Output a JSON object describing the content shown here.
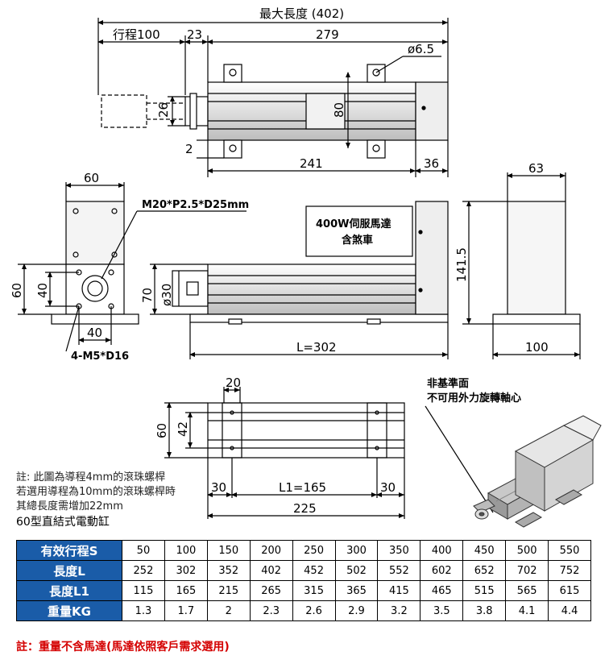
{
  "top_view": {
    "max_length": "最大長度 (402)",
    "stroke": "行程100",
    "d23": "23",
    "d279": "279",
    "d6_5": "ø6.5",
    "d26": "26",
    "d80": "80",
    "d2": "2",
    "d241": "241",
    "d36": "36"
  },
  "front_view": {
    "d60_top": "60",
    "thread": "M20*P2.5*D25mm",
    "d60_left": "60",
    "d40_left": "40",
    "d40_bottom": "40",
    "holes": "4-M5*D16",
    "d70": "70",
    "d30": "ø30",
    "motor_line1": "400W伺服馬達",
    "motor_line2": "含煞車",
    "length": "L=302"
  },
  "side_view": {
    "d63": "63",
    "d141_5": "141.5",
    "d100": "100"
  },
  "bottom_view": {
    "d20": "20",
    "d60": "60",
    "d42": "42",
    "d30_left": "30",
    "l1": "L1=165",
    "d30_right": "30",
    "d225": "225"
  },
  "notes": {
    "line1": "註: 此圖為導程4mm的滾珠螺桿",
    "line2": "若選用導程為10mm的滾珠螺桿時",
    "line3": "其總長度需增加22mm",
    "model": "60型直結式電動缸",
    "callout1": "非基準面",
    "callout2": "不可用外力旋轉軸心"
  },
  "spec_table": {
    "rows": [
      {
        "label": "有效行程S",
        "values": [
          "50",
          "100",
          "150",
          "200",
          "250",
          "300",
          "350",
          "400",
          "450",
          "500",
          "550"
        ]
      },
      {
        "label": "長度L",
        "values": [
          "252",
          "302",
          "352",
          "402",
          "452",
          "502",
          "552",
          "602",
          "652",
          "702",
          "752"
        ]
      },
      {
        "label": "長度L1",
        "values": [
          "115",
          "165",
          "215",
          "265",
          "315",
          "365",
          "415",
          "465",
          "515",
          "565",
          "615"
        ]
      },
      {
        "label": "重量KG",
        "values": [
          "1.3",
          "1.7",
          "2",
          "2.3",
          "2.6",
          "2.9",
          "3.2",
          "3.5",
          "3.8",
          "4.1",
          "4.4"
        ]
      }
    ]
  },
  "footnote": "註：重量不含馬達(馬達依照客戶需求選用)"
}
